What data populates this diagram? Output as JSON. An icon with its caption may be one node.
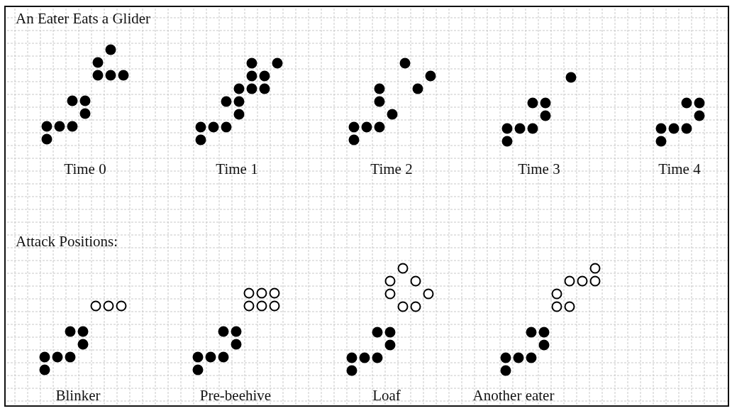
{
  "diagram": {
    "title": "An Eater Eats a Glider",
    "labels": [
      "Time 0",
      "Time 1",
      "Time 2",
      "Time 3",
      "Time 4",
      "Attack Positions:",
      "Blinker",
      "Pre-beehive",
      "Loaf",
      "Another eater"
    ]
  }
}
